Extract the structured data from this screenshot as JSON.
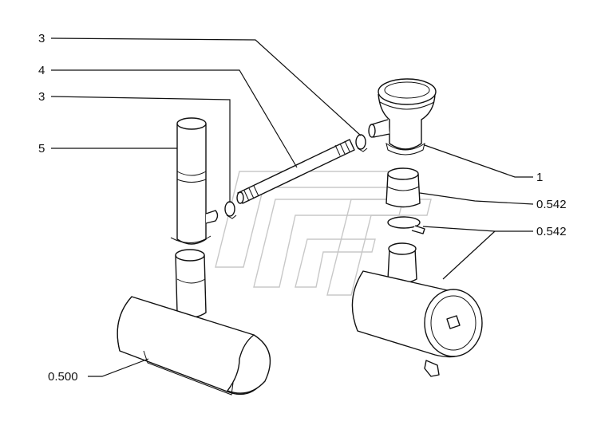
{
  "callouts": [
    {
      "id": "c-3-top",
      "text": "3"
    },
    {
      "id": "c-4",
      "text": "4"
    },
    {
      "id": "c-3-mid",
      "text": "3"
    },
    {
      "id": "c-5",
      "text": "5"
    },
    {
      "id": "c-1",
      "text": "1"
    },
    {
      "id": "c-0542-a",
      "text": "0.542"
    },
    {
      "id": "c-0542-b",
      "text": "0.542"
    },
    {
      "id": "c-0500",
      "text": "0.500"
    }
  ],
  "colors": {
    "ink": "#111111",
    "watermark": "#c8c8c8",
    "background": "#ffffff"
  }
}
